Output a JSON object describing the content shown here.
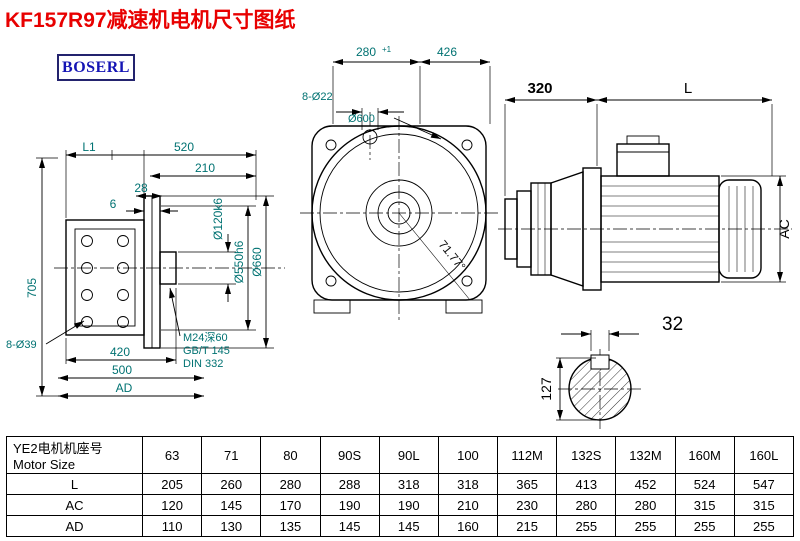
{
  "title": "KF157R97减速机电机尺寸图纸",
  "logo": {
    "text": "BOSERL"
  },
  "drawing": {
    "left_view": {
      "dim_L1": "L1",
      "dim_520": "520",
      "dim_210": "210",
      "dim_28": "28",
      "dim_6": "6",
      "dim_705": "705",
      "dim_8_d39": "8-Ø39",
      "dim_420": "420",
      "dim_500": "500",
      "dim_AD": "AD",
      "dim_d120": "Ø120k6",
      "dim_d550": "Ø550h6",
      "dim_d660": "Ø660",
      "note_m24": "M24深60",
      "note_gbt": "GB/T 145",
      "note_din": "DIN 332"
    },
    "front_view": {
      "dim_280": "280",
      "tol_280": "+1",
      "dim_426": "426",
      "dim_8_d22": "8-Ø22",
      "dim_d600": "Ø600",
      "dim_angle": "71.77°"
    },
    "motor_view": {
      "dim_320": "320",
      "dim_L": "L",
      "dim_AC": "AC"
    },
    "shaft_section": {
      "dim_32": "32",
      "dim_127": "127"
    }
  },
  "table": {
    "row_header_line1": "YE2电机机座号",
    "row_header_line2": "Motor Size",
    "columns": [
      "63",
      "71",
      "80",
      "90S",
      "90L",
      "100",
      "112M",
      "132S",
      "132M",
      "160M",
      "160L"
    ],
    "rows": [
      {
        "label": "L",
        "values": [
          "205",
          "260",
          "280",
          "288",
          "318",
          "318",
          "365",
          "413",
          "452",
          "524",
          "547"
        ]
      },
      {
        "label": "AC",
        "values": [
          "120",
          "145",
          "170",
          "190",
          "190",
          "210",
          "230",
          "280",
          "280",
          "315",
          "315"
        ]
      },
      {
        "label": "AD",
        "values": [
          "110",
          "130",
          "135",
          "145",
          "145",
          "160",
          "215",
          "255",
          "255",
          "255",
          "255"
        ]
      }
    ]
  }
}
